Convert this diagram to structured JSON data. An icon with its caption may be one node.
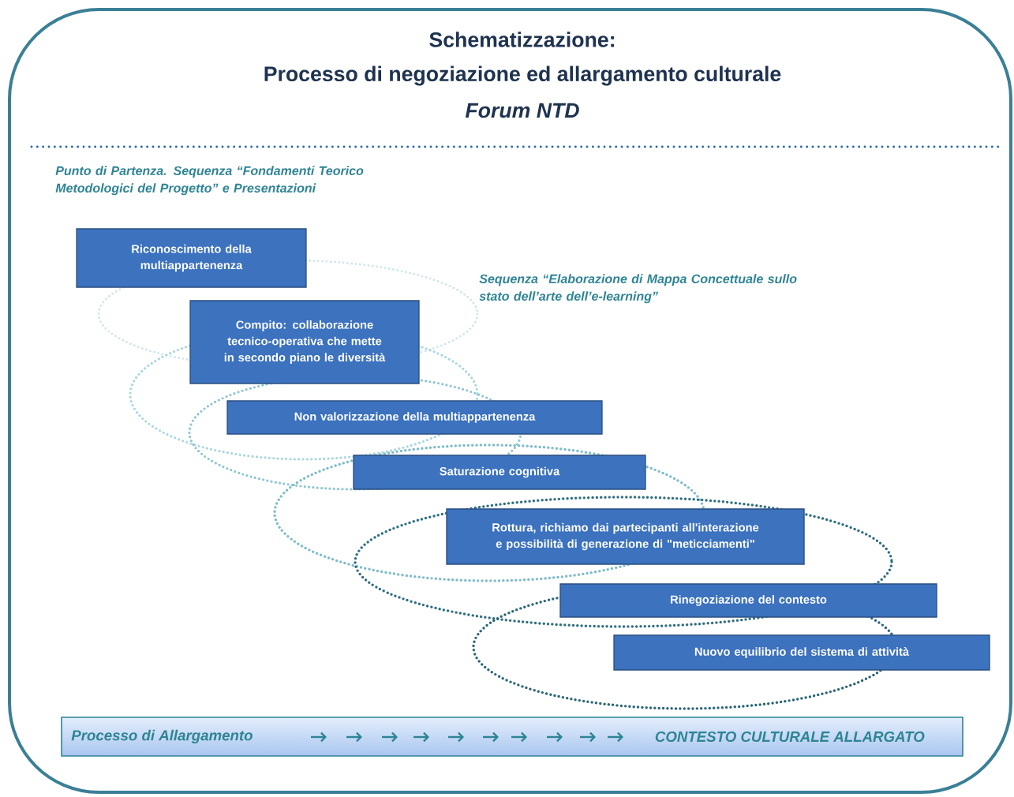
{
  "diagram": {
    "title": "Schematizzazione:",
    "nodes": [
      {
        "text": [
          "Riconoscimento della multiappartenenza"
        ]
      },
      {
        "text": [
          "Compito: collaborazione tecnico-operativa che mette in secondo piano le diversità"
        ]
      },
      {
        "text": [
          "Non valorizzazione della multiappartenenza"
        ]
      },
      {
        "text": [
          "Saturazione cognitiva"
        ]
      },
      {
        "text": [
          "Rottura, richiamo dai partecipanti all'interazione e possibilità di generazione di \"meticciamenti\""
        ]
      },
      {
        "text": [
          "Rinegoziazione del contesto"
        ]
      },
      {
        "text": [
          "Nuovo equilibrio del sistema di attività"
        ]
      },
      {
        "text": [
          "Processo di Allargamento",
          "CONTESTO CULTURALE ALLARGATO"
        ]
      }
    ],
    "edges": [],
    "labels": [
      "Processo di negoziazione ed allargamento culturale",
      "Forum NTD",
      "Punto di Partenza. Sequenza “Fondamenti Teorico Metodologici del Progetto”  e Presentazioni",
      "Sequenza “Elaborazione di Mappa Concettuale sullo stato dell’arte dell’e-learning”"
    ]
  }
}
